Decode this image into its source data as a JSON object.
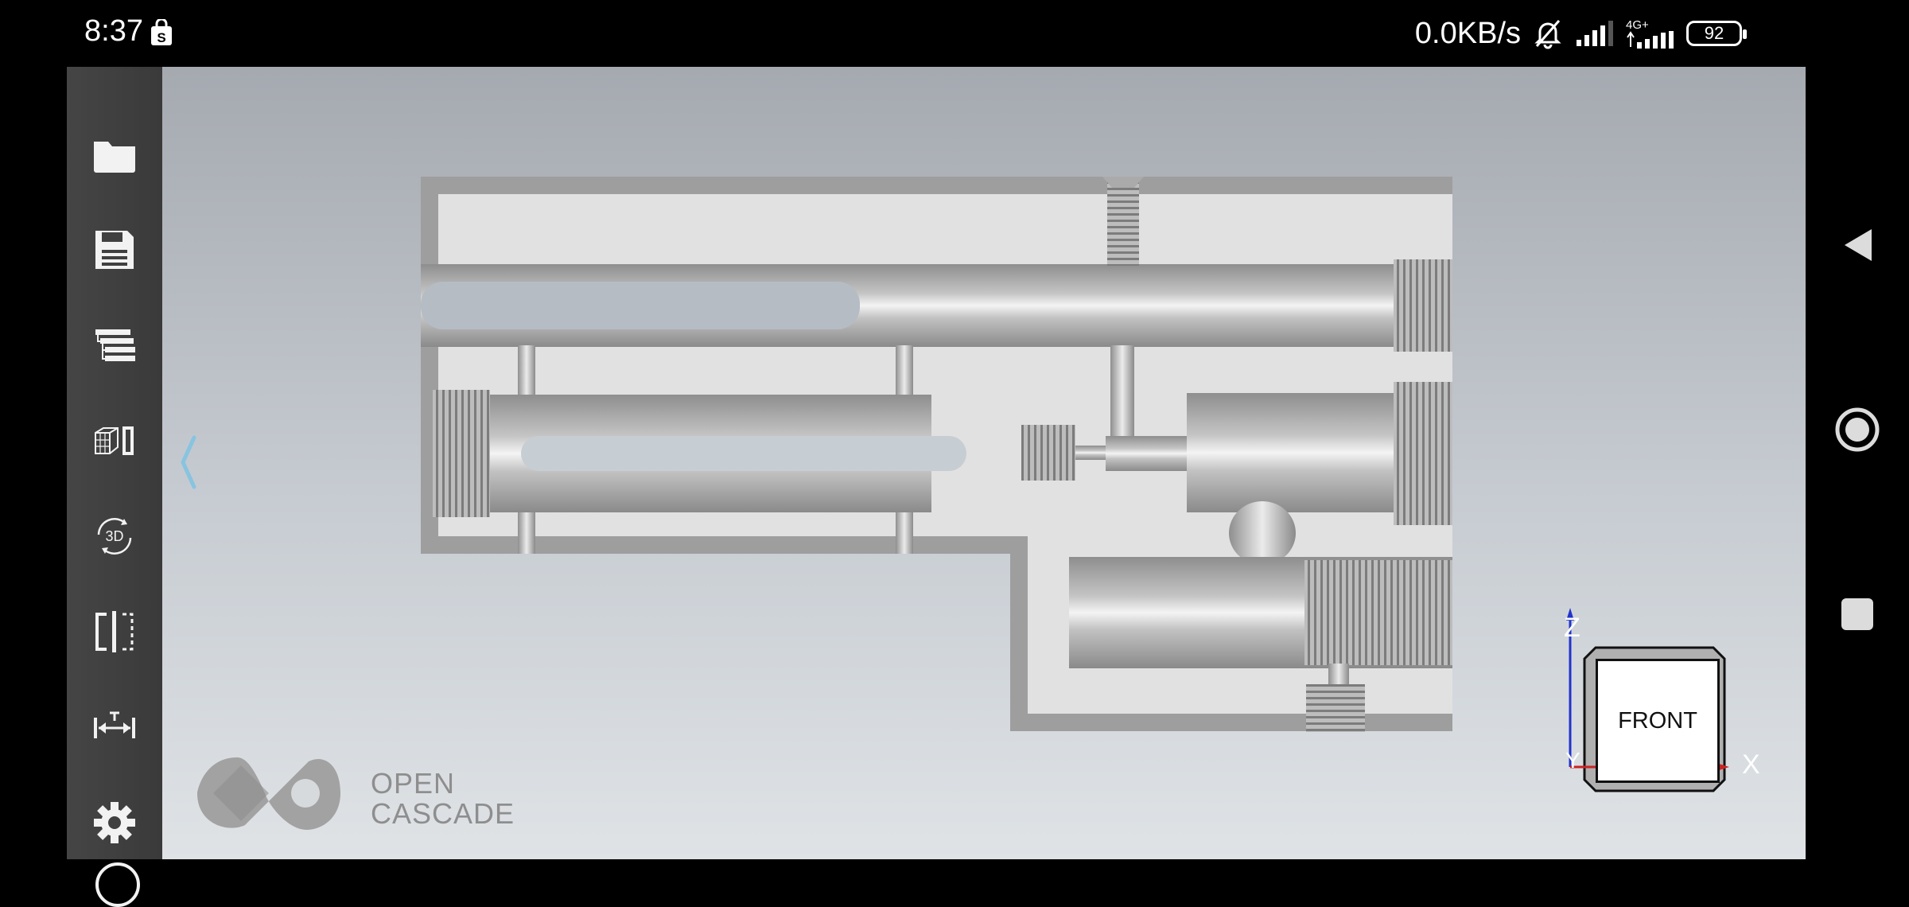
{
  "status_bar": {
    "time": "8:37",
    "net_speed": "0.0KB/s",
    "network": "4G+",
    "battery": "92"
  },
  "toolbar": {
    "items": [
      {
        "name": "open-icon"
      },
      {
        "name": "save-icon"
      },
      {
        "name": "model-tree-icon"
      },
      {
        "name": "display-mode-icon"
      },
      {
        "name": "3d-view-icon"
      },
      {
        "name": "clipping-plane-icon"
      },
      {
        "name": "measure-icon"
      },
      {
        "name": "gear-icon"
      }
    ]
  },
  "viewport": {
    "logo_line1": "OPEN",
    "logo_line2": "CASCADE"
  },
  "view_cube": {
    "face": "FRONT",
    "axis_z": "Z",
    "axis_x": "X",
    "axis_y": "Y"
  }
}
